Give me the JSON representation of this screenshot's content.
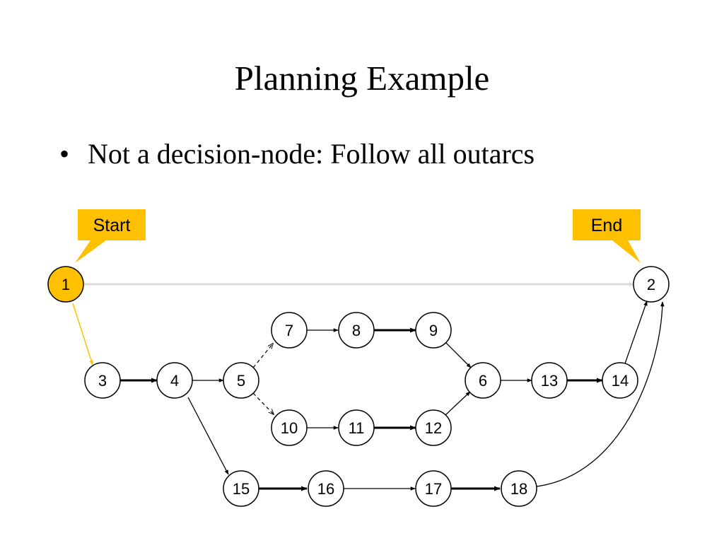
{
  "title": "Planning Example",
  "bullet": {
    "marker": "•",
    "text": "Not a decision-node: Follow all outarcs"
  },
  "colors": {
    "highlight": "#FFC000",
    "highlight_stroke": "#B8860B",
    "start_edge": "#FFC000",
    "faded_edge": "#D9D9D9",
    "node_fill": "#FFFFFF",
    "edge": "#000000"
  },
  "callouts": {
    "start": "Start",
    "end": "End"
  },
  "nodes": {
    "n1": "1",
    "n2": "2",
    "n3": "3",
    "n4": "4",
    "n5": "5",
    "n6": "6",
    "n7": "7",
    "n8": "8",
    "n9": "9",
    "n10": "10",
    "n11": "11",
    "n12": "12",
    "n13": "13",
    "n14": "14",
    "n15": "15",
    "n16": "16",
    "n17": "17",
    "n18": "18"
  },
  "edges": [
    {
      "from": "1",
      "to": "2",
      "style": "faded"
    },
    {
      "from": "1",
      "to": "3",
      "style": "highlight"
    },
    {
      "from": "3",
      "to": "4",
      "style": "thick"
    },
    {
      "from": "4",
      "to": "5",
      "style": "thin"
    },
    {
      "from": "4",
      "to": "15",
      "style": "thin"
    },
    {
      "from": "5",
      "to": "7",
      "style": "dashed"
    },
    {
      "from": "5",
      "to": "10",
      "style": "dashed"
    },
    {
      "from": "7",
      "to": "8",
      "style": "thin"
    },
    {
      "from": "8",
      "to": "9",
      "style": "thick"
    },
    {
      "from": "9",
      "to": "6",
      "style": "thin"
    },
    {
      "from": "10",
      "to": "11",
      "style": "thin"
    },
    {
      "from": "11",
      "to": "12",
      "style": "thick"
    },
    {
      "from": "12",
      "to": "6",
      "style": "thin"
    },
    {
      "from": "6",
      "to": "13",
      "style": "thin"
    },
    {
      "from": "13",
      "to": "14",
      "style": "thick"
    },
    {
      "from": "14",
      "to": "2",
      "style": "thin"
    },
    {
      "from": "15",
      "to": "16",
      "style": "thick"
    },
    {
      "from": "16",
      "to": "17",
      "style": "thin"
    },
    {
      "from": "17",
      "to": "18",
      "style": "thick"
    },
    {
      "from": "18",
      "to": "2",
      "style": "curve"
    }
  ]
}
